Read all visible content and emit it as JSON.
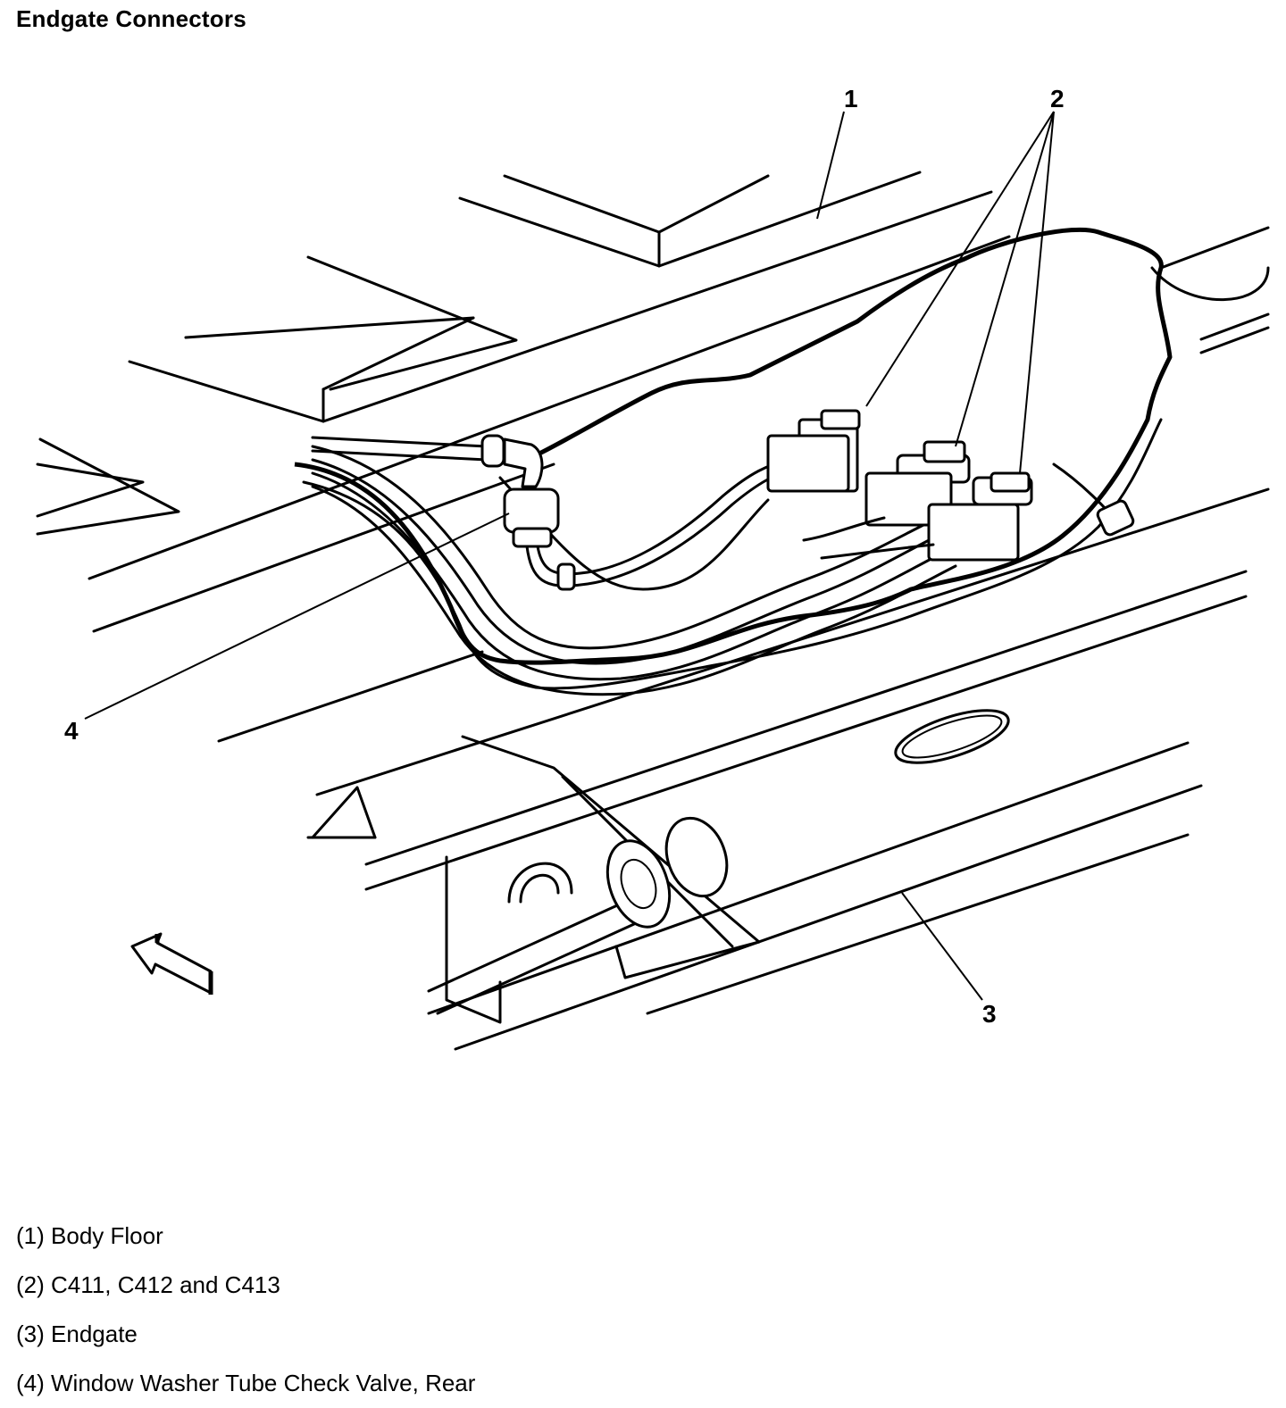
{
  "title": "Endgate Connectors",
  "callouts": [
    "1",
    "2",
    "3",
    "4"
  ],
  "legend": [
    {
      "number": "(1)",
      "text": "Body Floor"
    },
    {
      "number": "(2)",
      "text": "C411, C412 and C413"
    },
    {
      "number": "(3)",
      "text": "Endgate"
    },
    {
      "number": "(4)",
      "text": "Window Washer Tube Check Valve, Rear"
    }
  ],
  "icons": {
    "direction_arrow": "front-arrow-icon"
  }
}
